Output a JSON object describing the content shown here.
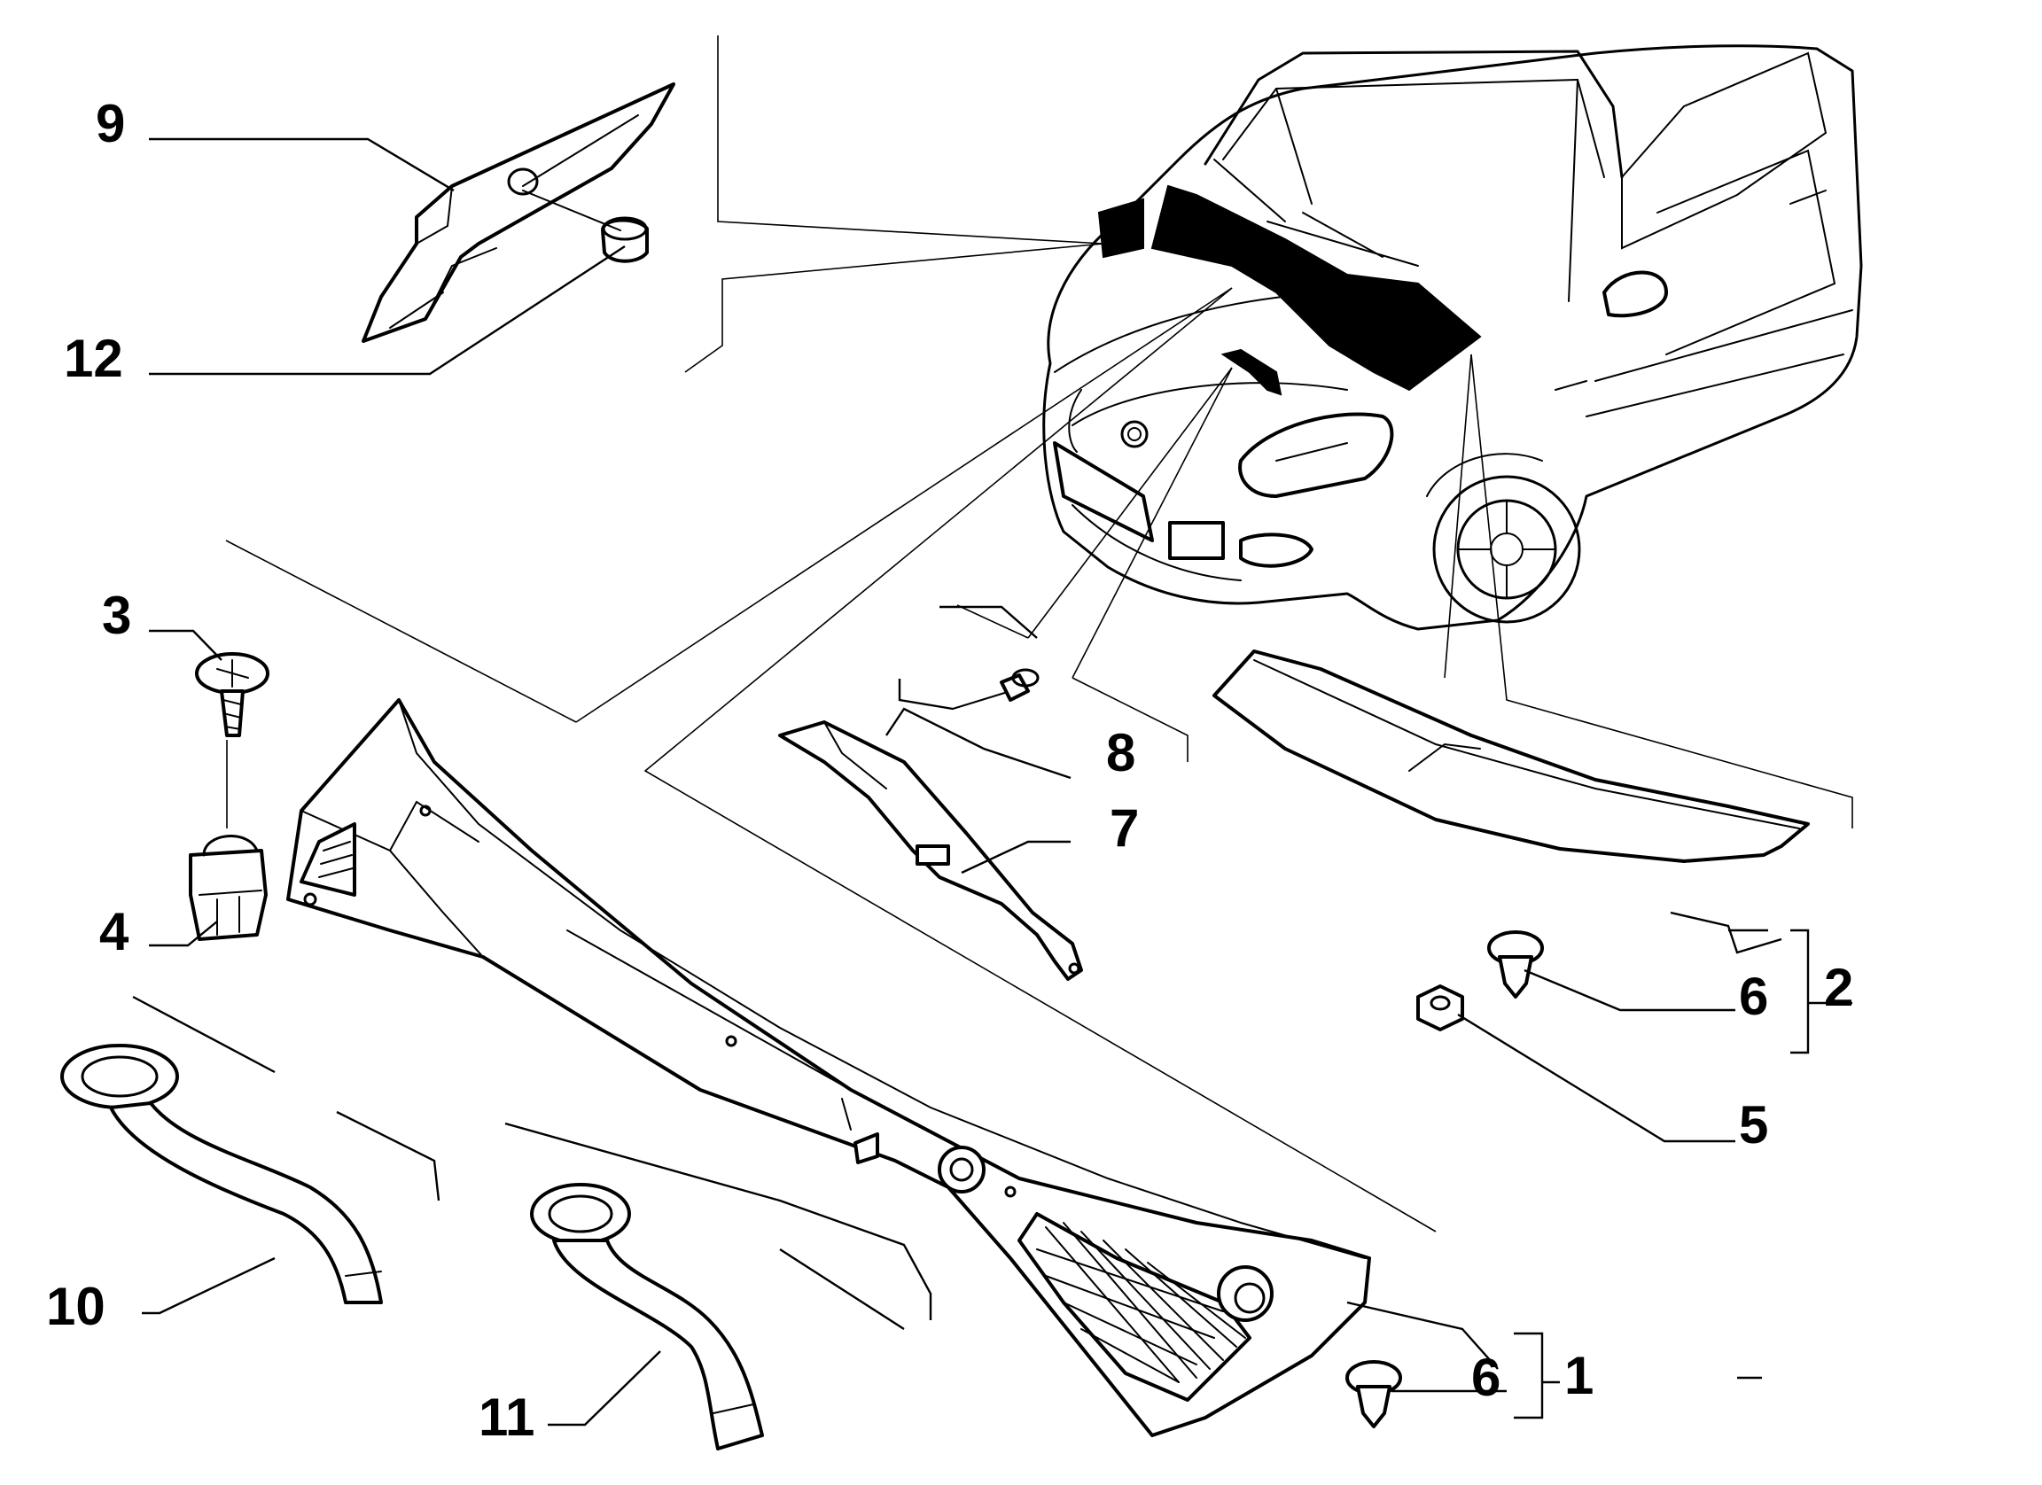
{
  "callouts": [
    {
      "id": "9",
      "text": "9"
    },
    {
      "id": "12",
      "text": "12"
    },
    {
      "id": "3",
      "text": "3"
    },
    {
      "id": "4",
      "text": "4"
    },
    {
      "id": "8",
      "text": "8"
    },
    {
      "id": "7",
      "text": "7"
    },
    {
      "id": "6a",
      "text": "6"
    },
    {
      "id": "2",
      "text": "2"
    },
    {
      "id": "5",
      "text": "5"
    },
    {
      "id": "10",
      "text": "10"
    },
    {
      "id": "11",
      "text": "11"
    },
    {
      "id": "6b",
      "text": "6"
    },
    {
      "id": "1",
      "text": "1"
    }
  ]
}
